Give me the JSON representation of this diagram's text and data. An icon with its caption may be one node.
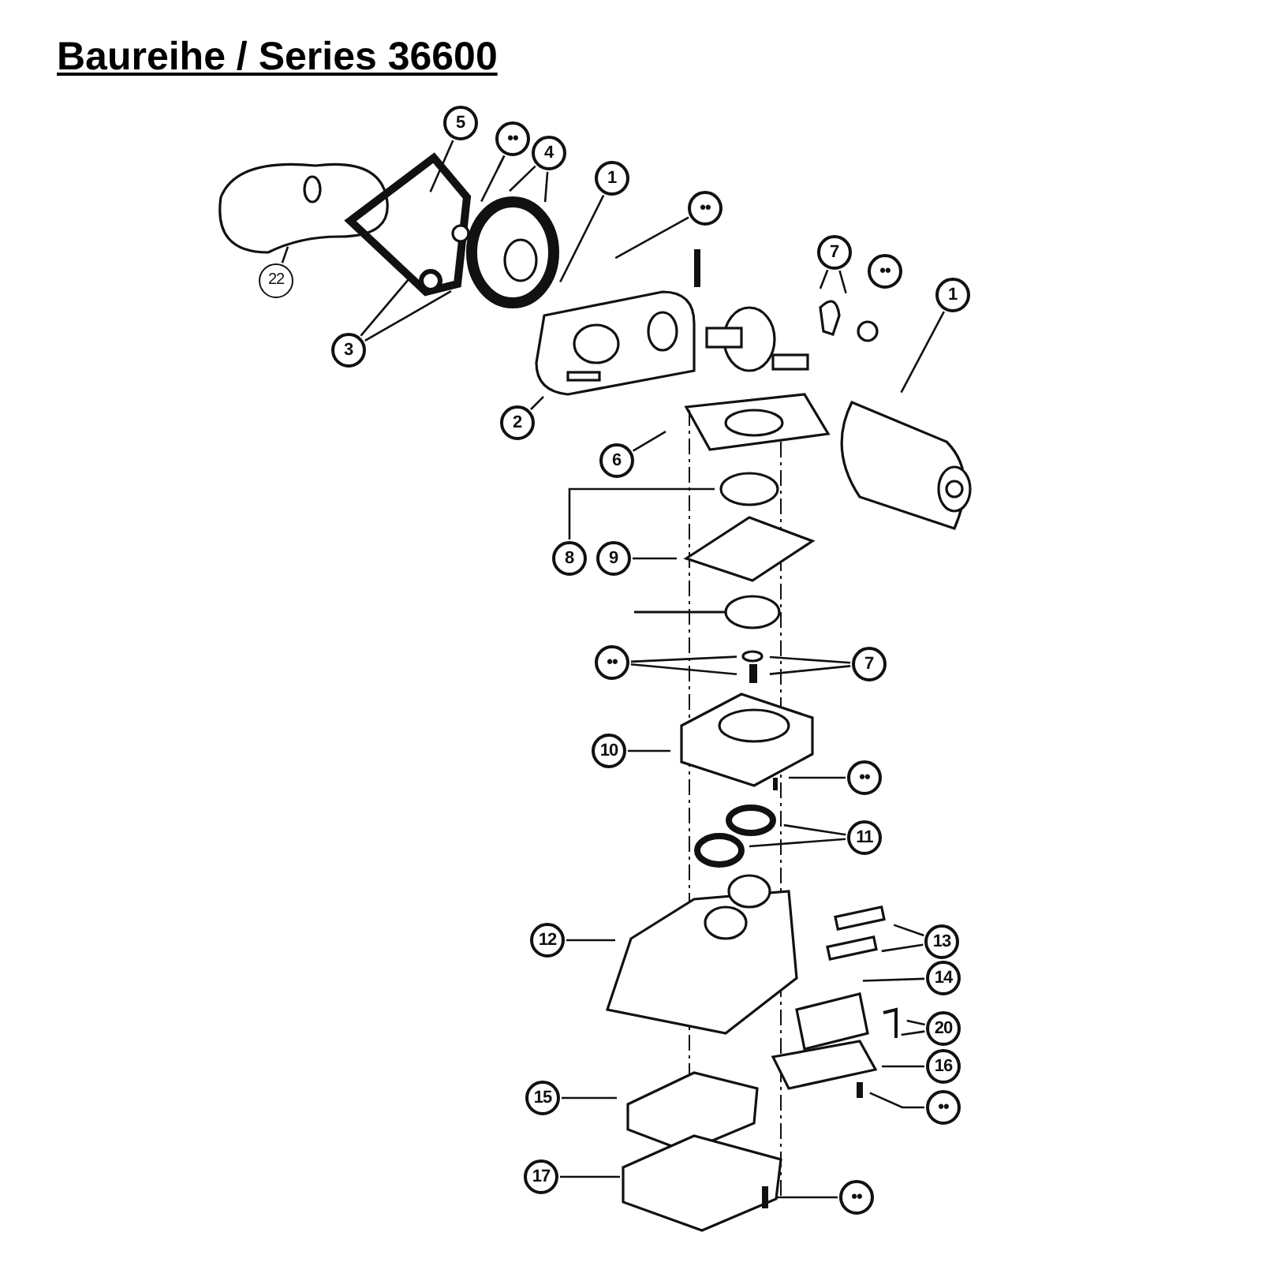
{
  "diagram": {
    "title": "Baureihe / Series 36600",
    "nodes": [
      {
        "text": [
          "5"
        ]
      },
      {
        "text": [
          "••"
        ]
      },
      {
        "text": [
          "4"
        ]
      },
      {
        "text": [
          "1"
        ]
      },
      {
        "text": [
          "••"
        ]
      },
      {
        "text": [
          "7"
        ]
      },
      {
        "text": [
          "••"
        ]
      },
      {
        "text": [
          "22"
        ]
      },
      {
        "text": [
          "1"
        ]
      },
      {
        "text": [
          "3"
        ]
      },
      {
        "text": [
          "2"
        ]
      },
      {
        "text": [
          "6"
        ]
      },
      {
        "text": [
          "8"
        ]
      },
      {
        "text": [
          "9"
        ]
      },
      {
        "text": [
          "••"
        ]
      },
      {
        "text": [
          "7"
        ]
      },
      {
        "text": [
          "10"
        ]
      },
      {
        "text": [
          "••"
        ]
      },
      {
        "text": [
          "11"
        ]
      },
      {
        "text": [
          "12"
        ]
      },
      {
        "text": [
          "13"
        ]
      },
      {
        "text": [
          "14"
        ]
      },
      {
        "text": [
          "20"
        ]
      },
      {
        "text": [
          "16"
        ]
      },
      {
        "text": [
          "15"
        ]
      },
      {
        "text": [
          "••"
        ]
      },
      {
        "text": [
          "17"
        ]
      },
      {
        "text": [
          "••"
        ]
      }
    ],
    "edges": [
      {
        "from": 0,
        "to": null,
        "arrow": "none"
      },
      {
        "from": 1,
        "to": null,
        "arrow": "none"
      },
      {
        "from": 1,
        "to": null,
        "arrow": "none"
      },
      {
        "from": 2,
        "to": null,
        "arrow": "none"
      },
      {
        "from": 2,
        "to": null,
        "arrow": "none"
      },
      {
        "from": 3,
        "to": null,
        "arrow": "none"
      },
      {
        "from": 4,
        "to": null,
        "arrow": "none"
      },
      {
        "from": 5,
        "to": null,
        "arrow": "none"
      },
      {
        "from": 5,
        "to": null,
        "arrow": "none"
      },
      {
        "from": 7,
        "to": null,
        "arrow": "none"
      },
      {
        "from": 8,
        "to": null,
        "arrow": "none"
      },
      {
        "from": 9,
        "to": null,
        "arrow": "none"
      },
      {
        "from": 9,
        "to": null,
        "arrow": "none"
      },
      {
        "from": 10,
        "to": null,
        "arrow": "none"
      },
      {
        "from": 11,
        "to": null,
        "arrow": "none"
      },
      {
        "from": 12,
        "to": null,
        "arrow": "none"
      },
      {
        "from": 13,
        "to": null,
        "arrow": "none"
      },
      {
        "from": 14,
        "to": null,
        "arrow": "none"
      },
      {
        "from": 14,
        "to": null,
        "arrow": "none"
      },
      {
        "from": 15,
        "to": null,
        "arrow": "none"
      },
      {
        "from": 15,
        "to": null,
        "arrow": "none"
      },
      {
        "from": 16,
        "to": null,
        "arrow": "none"
      },
      {
        "from": 17,
        "to": null,
        "arrow": "none"
      },
      {
        "from": 18,
        "to": null,
        "arrow": "none"
      },
      {
        "from": 18,
        "to": null,
        "arrow": "none"
      },
      {
        "from": 19,
        "to": null,
        "arrow": "none"
      },
      {
        "from": 20,
        "to": null,
        "arrow": "none"
      },
      {
        "from": 20,
        "to": null,
        "arrow": "none"
      },
      {
        "from": 21,
        "to": null,
        "arrow": "none"
      },
      {
        "from": 22,
        "to": null,
        "arrow": "none"
      },
      {
        "from": 22,
        "to": null,
        "arrow": "none"
      },
      {
        "from": 23,
        "to": null,
        "arrow": "none"
      },
      {
        "from": 24,
        "to": null,
        "arrow": "none"
      },
      {
        "from": 25,
        "to": null,
        "arrow": "none"
      },
      {
        "from": 26,
        "to": null,
        "arrow": "none"
      },
      {
        "from": 27,
        "to": null,
        "arrow": "none"
      }
    ]
  }
}
